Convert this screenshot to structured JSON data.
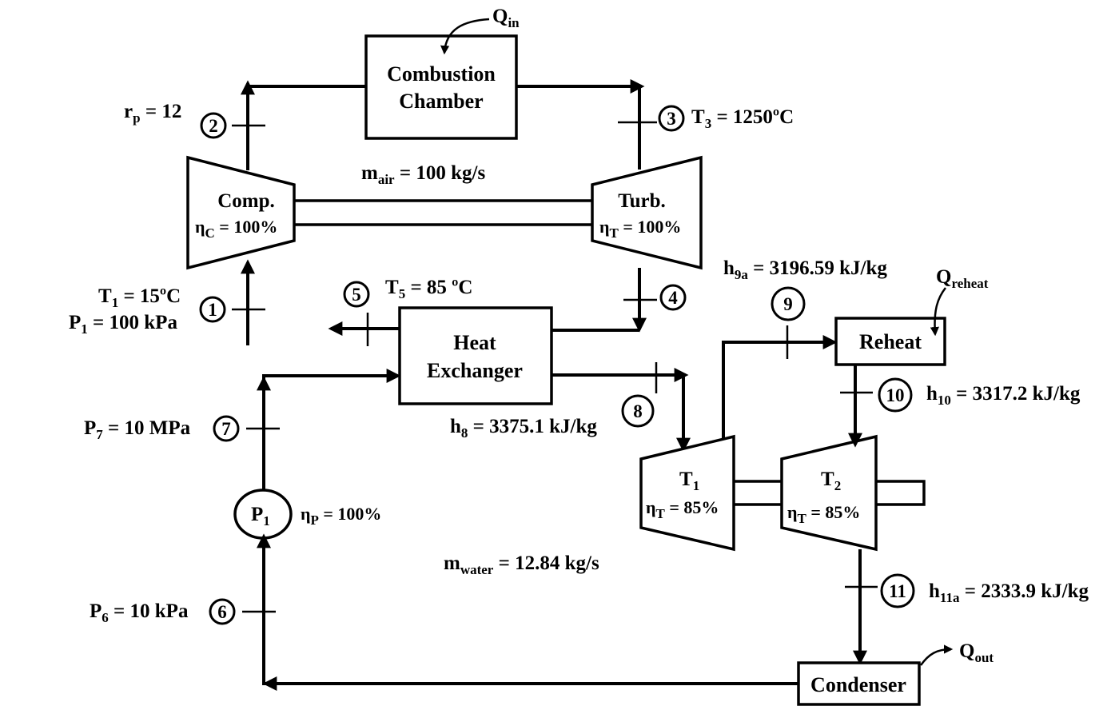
{
  "components": {
    "combustion": {
      "line1": "Combustion",
      "line2": "Chamber"
    },
    "compressor": {
      "name": "Comp.",
      "eff_sym": "η",
      "eff_sub": "C",
      "eff_val": " = 100%"
    },
    "turbine": {
      "name": "Turb.",
      "eff_sym": "η",
      "eff_sub": "T",
      "eff_val": " = 100%"
    },
    "heat_exchanger": {
      "line1": "Heat",
      "line2": "Exchanger"
    },
    "reheat": {
      "name": "Reheat"
    },
    "condenser": {
      "name": "Condenser"
    },
    "turbine1": {
      "name": "T",
      "name_sub": "1",
      "eff_sym": "η",
      "eff_sub": "T",
      "eff_val": " = 85%"
    },
    "turbine2": {
      "name": "T",
      "name_sub": "2",
      "eff_sym": "η",
      "eff_sub": "T",
      "eff_val": " = 85%"
    },
    "pump": {
      "name": "P",
      "name_sub": "1",
      "eff_sym": "η",
      "eff_sub": "P",
      "eff_val": " = 100%"
    }
  },
  "heat_flows": {
    "q_in": {
      "sym": "Q",
      "sub": "in"
    },
    "q_reheat": {
      "sym": "Q",
      "sub": "reheat"
    },
    "q_out": {
      "sym": "Q",
      "sub": "out"
    }
  },
  "mass_flows": {
    "air": {
      "sym": "m",
      "sub": "air",
      "val": " = 100 kg/s"
    },
    "water": {
      "sym": "m",
      "sub": "water",
      "val": " = 12.84 kg/s"
    }
  },
  "states": {
    "s1": {
      "num": "1",
      "l1_sym": "T",
      "l1_sub": "1",
      "l1_val": " = 15ºC",
      "l2_sym": "P",
      "l2_sub": "1",
      "l2_val": " = 100 kPa"
    },
    "s2": {
      "num": "2",
      "sym": "r",
      "sub": "p",
      "val": " = 12"
    },
    "s3": {
      "num": "3",
      "sym": "T",
      "sub": "3",
      "val": " = 1250ºC"
    },
    "s4": {
      "num": "4"
    },
    "s5": {
      "num": "5",
      "sym": "T",
      "sub": "5",
      "val": " = 85 ºC"
    },
    "s6": {
      "num": "6",
      "sym": "P",
      "sub": "6",
      "val": " = 10 kPa"
    },
    "s7": {
      "num": "7",
      "sym": "P",
      "sub": "7",
      "val": " = 10 MPa"
    },
    "s8": {
      "num": "8",
      "sym": "h",
      "sub": "8",
      "val": " = 3375.1 kJ/kg"
    },
    "s9": {
      "num": "9",
      "sym": "h",
      "sub": "9a",
      "val": " = 3196.59 kJ/kg"
    },
    "s10": {
      "num": "10",
      "sym": "h",
      "sub": "10",
      "val": " = 3317.2 kJ/kg"
    },
    "s11": {
      "num": "11",
      "sym": "h",
      "sub": "11a",
      "val": " = 2333.9 kJ/kg"
    }
  }
}
